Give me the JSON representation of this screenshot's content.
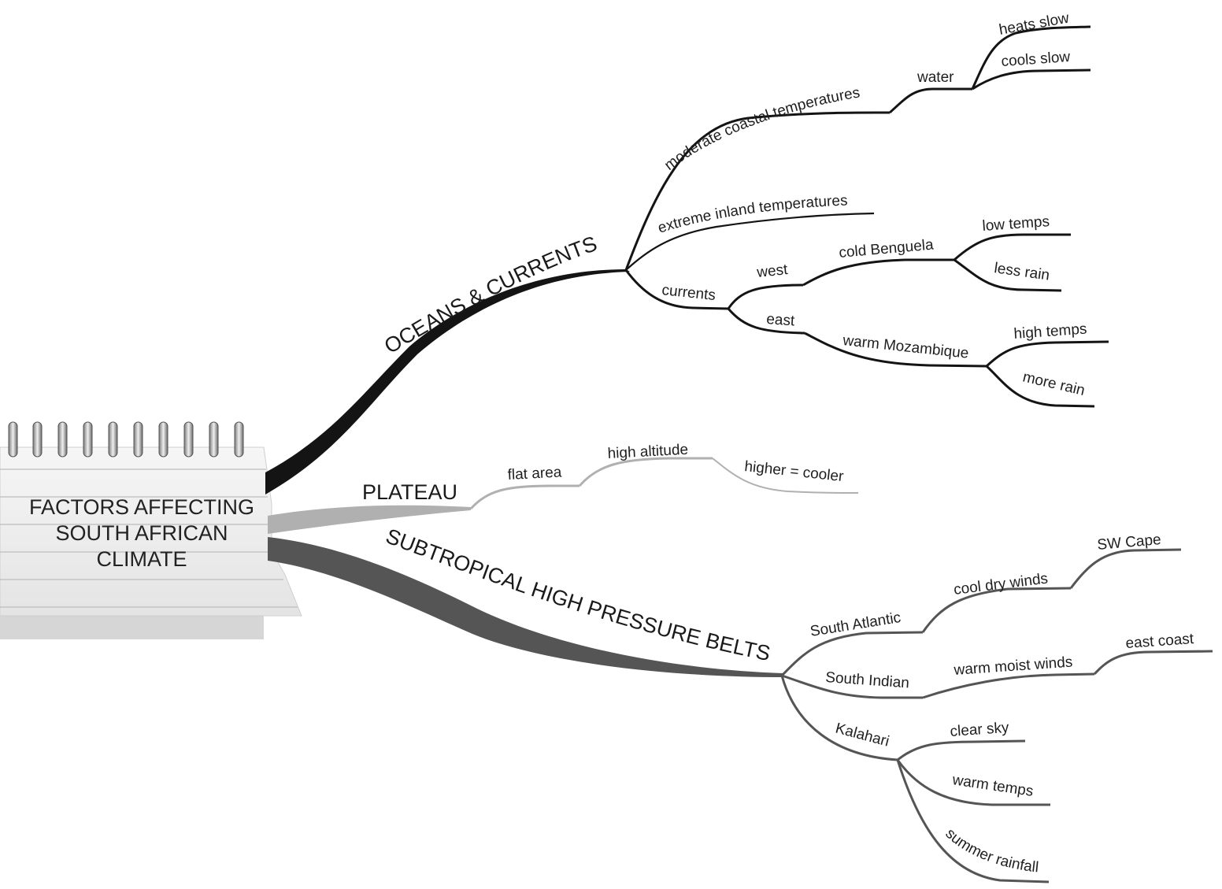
{
  "center": {
    "lines": [
      "FACTORS AFFECTING",
      "SOUTH AFRICAN",
      "CLIMATE"
    ]
  },
  "colors": {
    "oceans": "#141414",
    "plateau": "#b0b0b0",
    "subtropical": "#555555",
    "paper": "#f3f3f3"
  },
  "branches": {
    "oceans": {
      "label": "OCEANS & CURRENTS",
      "moderate": {
        "label": "moderate coastal temperatures",
        "water": "water",
        "heats": "heats slow",
        "cools": "cools slow"
      },
      "extreme": "extreme inland temperatures",
      "currents": {
        "label": "currents",
        "west": "west",
        "benguela": "cold Benguela",
        "low_temps": "low temps",
        "less_rain": "less rain",
        "east": "east",
        "mozambique": "warm Mozambique",
        "high_temps": "high temps",
        "more_rain": "more rain"
      }
    },
    "plateau": {
      "label": "PLATEAU",
      "flat": "flat area",
      "altitude": "high altitude",
      "higher": "higher = cooler"
    },
    "subtropical": {
      "label": "SUBTROPICAL HIGH PRESSURE BELTS",
      "atlantic": "South Atlantic",
      "cool_dry": "cool dry winds",
      "sw_cape": "SW Cape",
      "indian": "South Indian",
      "warm_moist": "warm moist winds",
      "east_coast": "east coast",
      "kalahari": "Kalahari",
      "clear_sky": "clear sky",
      "warm_temps": "warm temps",
      "summer_rainfall": "summer rainfall"
    }
  }
}
